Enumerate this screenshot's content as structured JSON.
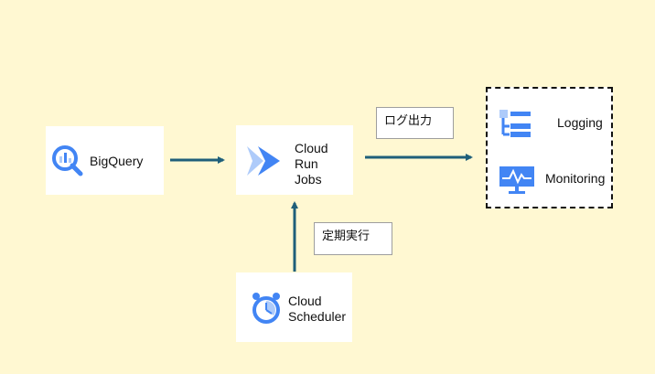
{
  "nodes": {
    "bigquery": {
      "label": "BigQuery",
      "icon": "bigquery-icon"
    },
    "cloud_run_jobs": {
      "label_lines": [
        "Cloud",
        "Run",
        "Jobs"
      ],
      "icon": "cloud-run-icon"
    },
    "cloud_scheduler": {
      "label_lines": [
        "Cloud",
        "Scheduler"
      ],
      "icon": "cloud-scheduler-icon"
    },
    "logging": {
      "label": "Logging",
      "icon": "logging-icon"
    },
    "monitoring": {
      "label": "Monitoring",
      "icon": "monitoring-icon"
    }
  },
  "notes": {
    "log_output": "ログ出力",
    "scheduled_run": "定期実行"
  },
  "colors": {
    "background": "#fff8d2",
    "arrow": "#1f5f7a",
    "icon_blue": "#4285f4",
    "icon_light_blue": "#aecbfa"
  }
}
